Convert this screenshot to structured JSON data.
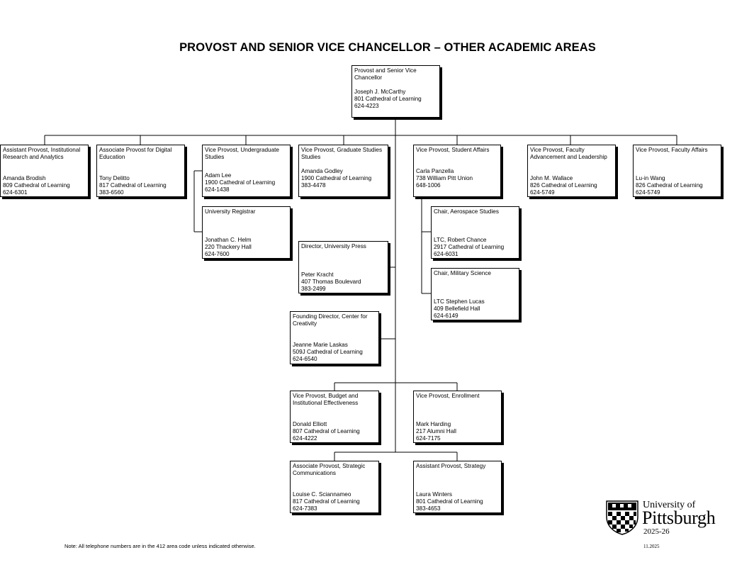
{
  "title": "PROVOST AND SENIOR VICE CHANCELLOR – OTHER ACADEMIC AREAS",
  "positions": {
    "provost": {
      "role": "Provost and Senior Vice Chancellor",
      "name": "Joseph J. McCarthy",
      "office": "801 Cathedral of Learning",
      "phone": "624-4223"
    },
    "ap_research": {
      "role": "Assistant Provost, Institutional Research and Analytics",
      "name": "Amanda Brodish",
      "office": "809 Cathedral of Learning",
      "phone": "624-6301"
    },
    "ap_digital": {
      "role": "Associate Provost for Digital Education",
      "name": "Tony Delitto",
      "office": "817 Cathedral of Learning",
      "phone": "383-6560"
    },
    "vp_undergrad": {
      "role": "Vice Provost, Undergraduate Studies",
      "name": "Adam Lee",
      "office": "1900 Cathedral of Learning",
      "phone": "624-1438"
    },
    "registrar": {
      "role": "University Registrar",
      "name": "Jonathan C. Helm",
      "office": "220 Thackery Hall",
      "phone": "624-7600"
    },
    "vp_grad": {
      "role": "Vice Provost, Graduate Studies Studies",
      "name": "Amanda Godley",
      "office": "1900 Cathedral of Learning",
      "phone": "383-4478"
    },
    "vp_student": {
      "role": "Vice Provost, Student Affairs",
      "name": "Carla Panzella",
      "office": "738 William Pitt Union",
      "phone": "648-1006"
    },
    "aerospace": {
      "role": "Chair, Aerospace Studies",
      "name": "LTC, Robert Chance",
      "office": "2917 Cathedral of Learning",
      "phone": "624-6031"
    },
    "military": {
      "role": "Chair, Military Science",
      "name": "LTC Stephen Lucas",
      "office": "409 Bellefield Hall",
      "phone": "624-6149"
    },
    "vp_faculty_adv": {
      "role": "Vice Provost, Faculty Advancement and Leadership",
      "name": "John M. Wallace",
      "office": "826 Cathedral of Learning",
      "phone": "624-5749"
    },
    "vp_faculty_aff": {
      "role": "Vice Provost, Faculty Affairs",
      "name": "Lu-in Wang",
      "office": "826 Cathedral of Learning",
      "phone": "624-5749"
    },
    "press": {
      "role": "Director, University Press",
      "name": "Peter Kracht",
      "office": "407 Thomas Boulevard",
      "phone": "383-2499"
    },
    "creativity": {
      "role": "Founding Director, Center for Creativity",
      "name": "Jeanne Marie Laskas",
      "office": "509J Cathedral of Learning",
      "phone": "624-6540"
    },
    "vp_budget": {
      "role": "Vice Provost, Budget and Institutional Effectiveness",
      "name": "Donald Elliott",
      "office": "807 Cathedral of Learning",
      "phone": "624-4222"
    },
    "vp_enrollment": {
      "role": "Vice Provost, Enrollment",
      "name": "Mark Harding",
      "office": "217 Alumni Hall",
      "phone": "624-7175"
    },
    "ap_comm": {
      "role": "Associate Provost, Strategic Communications",
      "name": "Louise C. Sciannameo",
      "office": "817 Cathedral of Learning",
      "phone": "624-7383"
    },
    "ap_strategy": {
      "role": "Assistant Provost, Strategy",
      "name": "Laura Winters",
      "office": "801 Cathedral of Learning",
      "phone": "383-4653"
    }
  },
  "note": "Note: All telephone numbers are in the 412 area code unless indicated otherwise.",
  "logo": {
    "line1": "University of",
    "line2": "Pittsburgh",
    "year": "2025-26"
  },
  "datestamp": "11.2025"
}
